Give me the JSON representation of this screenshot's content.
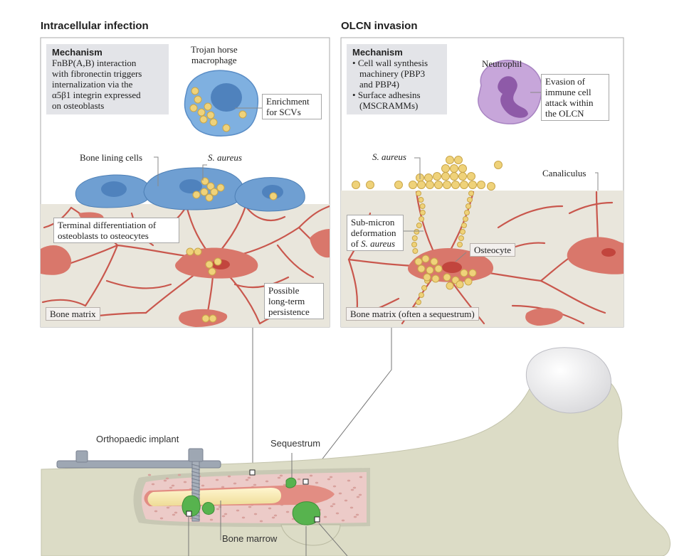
{
  "left_panel": {
    "title": "Intracellular infection",
    "mechanism_heading": "Mechanism",
    "mechanism_lines": [
      "FnBP(A,B) interaction",
      "with fibronectin triggers",
      "internalization via the",
      "α5β1 integrin expressed",
      "on osteoblasts"
    ],
    "macrophage_label": [
      "Trojan horse",
      "macrophage"
    ],
    "enrichment_box": [
      "Enrichment",
      "for SCVs"
    ],
    "bone_lining_label": "Bone lining cells",
    "s_aureus_label": "S. aureus",
    "differentiation_box": [
      "Terminal differentiation of",
      "osteoblasts to osteocytes"
    ],
    "persistence_box": [
      "Possible",
      "long-term",
      "persistence"
    ],
    "bone_matrix_label": "Bone matrix"
  },
  "right_panel": {
    "title": "OLCN invasion",
    "mechanism_heading": "Mechanism",
    "mechanism_bullets": [
      {
        "bullet": "•",
        "lines": [
          "Cell wall synthesis",
          "machinery (PBP3",
          "and PBP4)"
        ]
      },
      {
        "bullet": "•",
        "lines": [
          "Surface adhesins",
          "(MSCRAMMs)"
        ]
      }
    ],
    "neutrophil_label": "Neutrophil",
    "evasion_box": [
      "Evasion of",
      "immune cell",
      "attack within",
      "the OLCN"
    ],
    "s_aureus_label": "S. aureus",
    "canaliculus_label": "Canaliculus",
    "deformation_box": [
      "Sub-micron",
      "deformation",
      "of "
    ],
    "deformation_italic": "S. aureus",
    "osteocyte_label": "Osteocyte",
    "bone_matrix_label": "Bone matrix (often a sequestrum)"
  },
  "bone_diagram": {
    "implant_label": "Orthopaedic implant",
    "sequestrum_label": "Sequestrum",
    "marrow_label": "Bone marrow"
  },
  "colors": {
    "bone_matrix": "#e9e6dc",
    "osteocyte": "#d9776b",
    "canaliculi": "#c9574d",
    "lining_cell": "#6f9fd2",
    "macrophage": "#7fb0e0",
    "neutrophil": "#c7a6da",
    "bacteria": "#efd27a",
    "bone_shaft": "#dcdcc6",
    "marrow": "#eccbc8",
    "abscess": "#57b34e",
    "implant": "#9ea7b3"
  }
}
